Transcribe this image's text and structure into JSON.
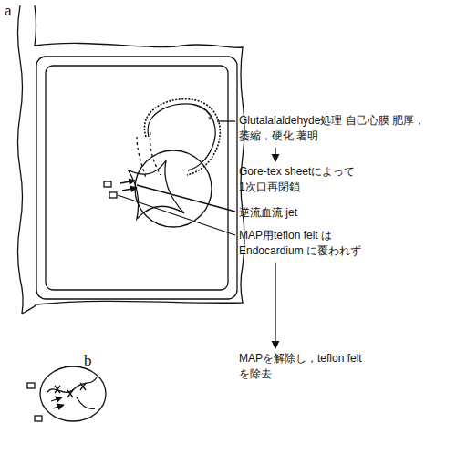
{
  "diagram": {
    "labels": [
      "a",
      "*",
      "Glutalalaldehyde処理 自己心膜 肥厚，萎縮，硬化 著明",
      "Gore-tex sheetによって 1次口再閉鎖",
      "逆流血流 jet",
      "MAP用teflon felt は Endocardium に覆われず",
      "b",
      "MAPを解除し，teflon felt を除去"
    ]
  }
}
